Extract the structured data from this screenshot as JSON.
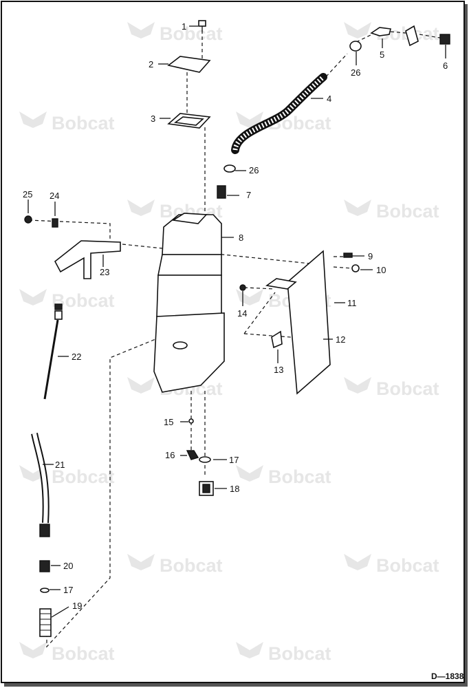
{
  "watermark": "Bobcat",
  "reference": "D—1838",
  "callouts": [
    "1",
    "2",
    "3",
    "4",
    "5",
    "6",
    "7",
    "8",
    "9",
    "10",
    "11",
    "12",
    "13",
    "14",
    "15",
    "16",
    "17",
    "18",
    "19",
    "20",
    "21",
    "22",
    "23",
    "24",
    "25",
    "26"
  ]
}
